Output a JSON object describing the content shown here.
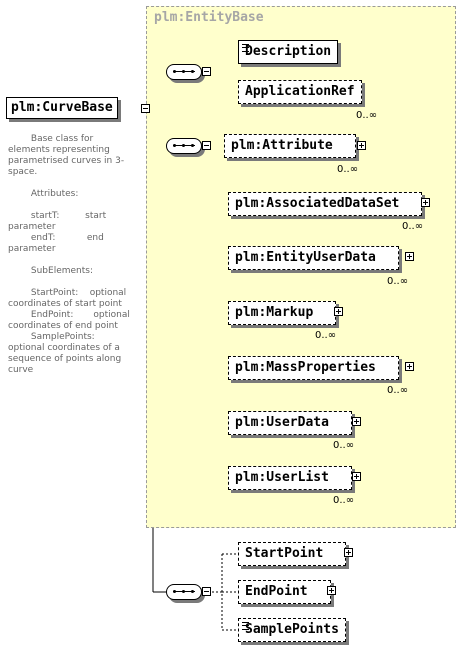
{
  "root": {
    "label": "plm:CurveBase"
  },
  "documentation": "        Base class for elements representing parametrised curves in 3-space.\n\n        Attributes:\n\n        startT:         start parameter\n        endT:           end parameter\n\n        SubElements:\n\n        StartPoint:    optional coordinates of start point\n        EndPoint:       optional coordinates of end point\n        SamplePoints:  optional coordinates of a sequence of points along curve",
  "group": {
    "title": "plm:EntityBase"
  },
  "elements": {
    "description": {
      "label": "Description"
    },
    "application_ref": {
      "label": "ApplicationRef",
      "mult": "0..∞"
    },
    "attribute": {
      "label": "plm:Attribute",
      "mult": "0..∞"
    },
    "associated_data_set": {
      "label": "plm:AssociatedDataSet",
      "mult": "0..∞"
    },
    "entity_user_data": {
      "label": "plm:EntityUserData",
      "mult": "0..∞"
    },
    "markup": {
      "label": "plm:Markup",
      "mult": "0..∞"
    },
    "mass_properties": {
      "label": "plm:MassProperties",
      "mult": "0..∞"
    },
    "user_data": {
      "label": "plm:UserData",
      "mult": "0..∞"
    },
    "user_list": {
      "label": "plm:UserList",
      "mult": "0..∞"
    },
    "start_point": {
      "label": "StartPoint"
    },
    "end_point": {
      "label": "EndPoint"
    },
    "sample_points": {
      "label": "SamplePoints"
    }
  }
}
